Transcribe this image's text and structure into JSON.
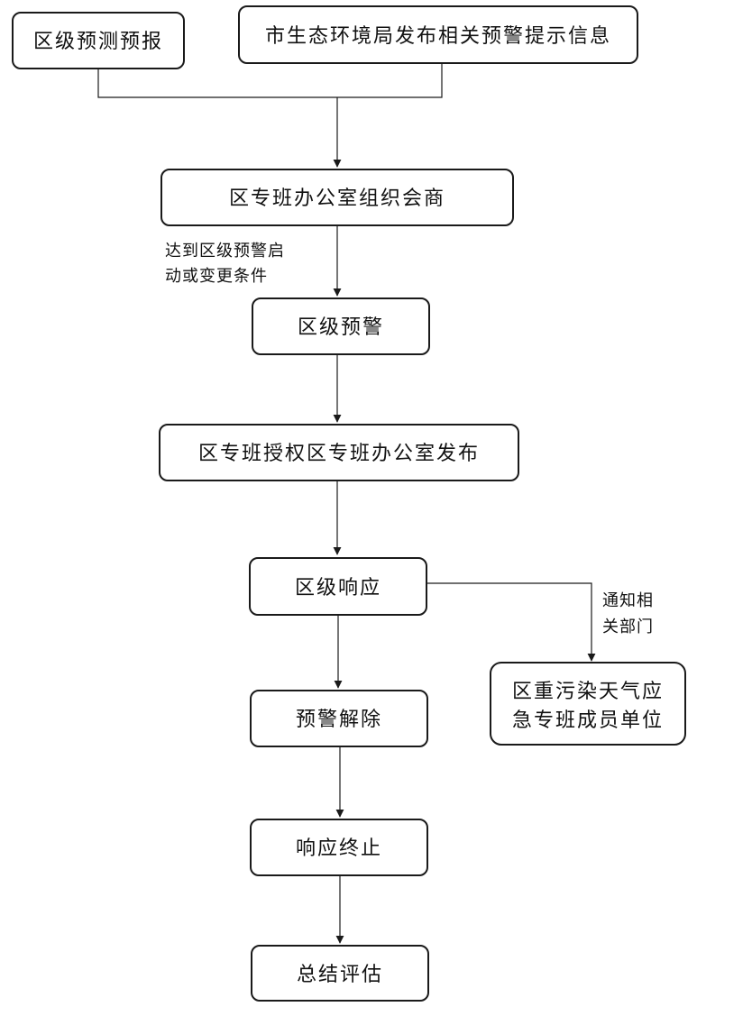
{
  "diagram": {
    "nodes": {
      "district_forecast": "区级预测预报",
      "city_bureau_release": "市生态环境局发布相关预警提示信息",
      "office_consultation": "区专班办公室组织会商",
      "district_warning": "区级预警",
      "authorized_release": "区专班授权区专班办公室发布",
      "district_response": "区级响应",
      "member_units_line1": "区重污染天气应",
      "member_units_line2": "急专班成员单位",
      "warning_lifted": "预警解除",
      "response_terminated": "响应终止",
      "summary_evaluation": "总结评估"
    },
    "edge_labels": {
      "trigger_line1": "达到区级预警启",
      "trigger_line2": "动或变更条件",
      "notify_line1": "通知相",
      "notify_line2": "关部门"
    }
  }
}
